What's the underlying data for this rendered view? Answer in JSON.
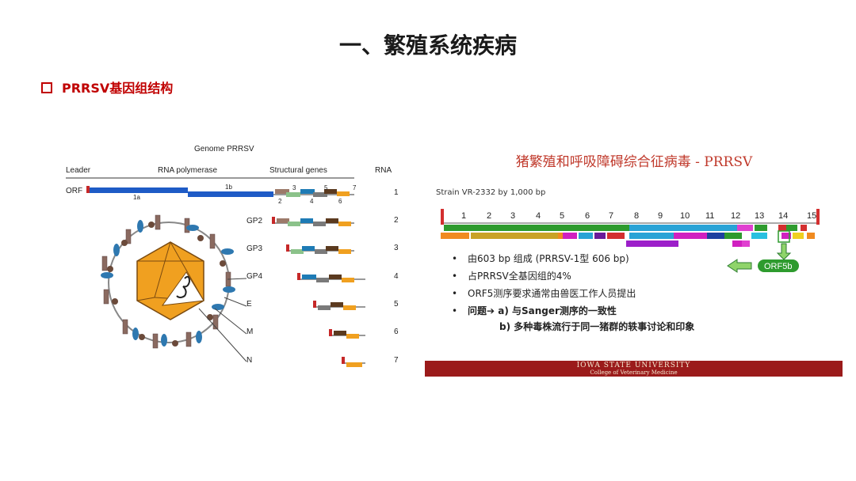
{
  "slide": {
    "title": "一、繁殖系统疾病",
    "subtitle": "PRRSV基因组结构"
  },
  "left_figure": {
    "header": "Genome PRRSV",
    "col_leader": "Leader",
    "col_polymerase": "RNA polymerase",
    "col_structural": "Structural genes",
    "col_rna": "RNA",
    "orf_label": "ORF",
    "orf_1a": "1a",
    "orf_1b": "1b",
    "orf_nums": [
      "2",
      "3",
      "4",
      "5",
      "6",
      "7"
    ],
    "protein_labels": [
      "GP2",
      "GP3",
      "GP4",
      "E",
      "M",
      "N"
    ],
    "rna_numbers": [
      "1",
      "2",
      "3",
      "4",
      "5",
      "6",
      "7"
    ]
  },
  "right_figure": {
    "title": "猪繁殖和呼吸障碍综合征病毒 - PRRSV",
    "strain": "Strain VR-2332 by 1,000 bp",
    "scale_numbers": [
      "1",
      "2",
      "3",
      "4",
      "5",
      "6",
      "7",
      "8",
      "9",
      "10",
      "11",
      "12",
      "13",
      "14",
      "15"
    ],
    "orf5b_label": "ORF5b",
    "bullets": [
      "由603 bp 组成 (PRRSV-1型 606 bp)",
      "占PRRSV全基因组的4%",
      "ORF5测序要求通常由兽医工作人员提出",
      "问题➔ a) 与Sanger测序的一致性"
    ],
    "bullet_b": "b) 多种毒株流行于同一猪群的轶事讨论和印象",
    "isu_name": "IOWA STATE UNIVERSITY",
    "isu_college": "College of Veterinary Medicine"
  }
}
